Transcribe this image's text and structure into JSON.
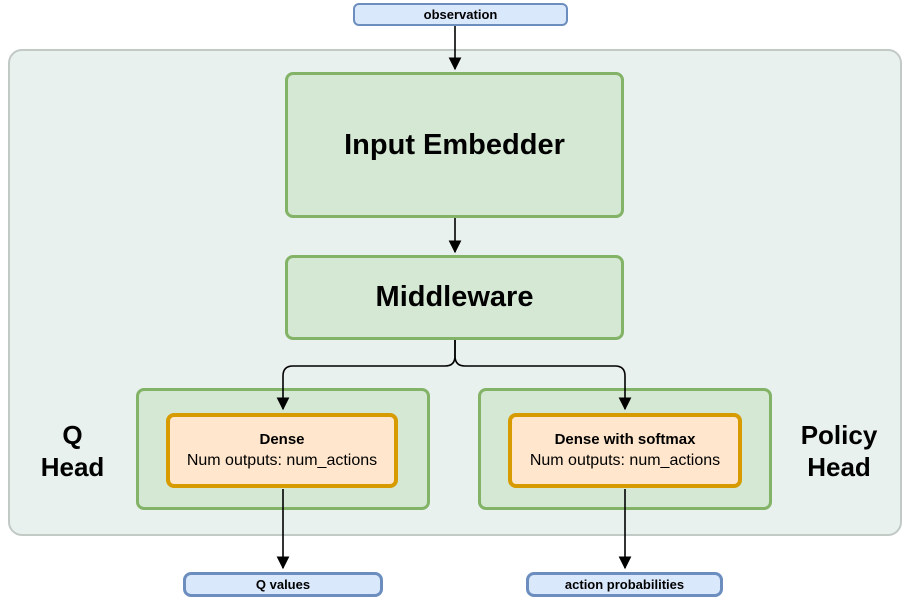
{
  "diagram": {
    "title": "agent network architecture",
    "nodes": {
      "observation": {
        "label": "observation"
      },
      "input_embedder": {
        "label": "Input Embedder"
      },
      "middleware": {
        "label": "Middleware"
      },
      "q_head": {
        "label": "Q\nHead"
      },
      "policy_head": {
        "label": "Policy\nHead"
      },
      "q_dense": {
        "title": "Dense",
        "subtitle": "Num outputs: num_actions"
      },
      "policy_dense": {
        "title": "Dense with softmax",
        "subtitle": "Num outputs: num_actions"
      },
      "q_values": {
        "label": "Q values"
      },
      "action_probabilities": {
        "label": "action probabilities"
      }
    },
    "edges": [
      {
        "from": "observation",
        "to": "input_embedder"
      },
      {
        "from": "input_embedder",
        "to": "middleware"
      },
      {
        "from": "middleware",
        "to": "q_dense"
      },
      {
        "from": "middleware",
        "to": "policy_dense"
      },
      {
        "from": "q_dense",
        "to": "q_values"
      },
      {
        "from": "policy_dense",
        "to": "action_probabilities"
      }
    ],
    "colors": {
      "blue_fill": "#dae8fc",
      "blue_stroke": "#6c8ebf",
      "green_fill": "#d5e8d4",
      "green_stroke": "#82b366",
      "orange_fill": "#ffe6cc",
      "orange_stroke": "#d79b00",
      "container_fill": "#e9f1ee",
      "container_stroke": "#c2cac6",
      "arrow": "#000000",
      "text": "#000000"
    }
  }
}
